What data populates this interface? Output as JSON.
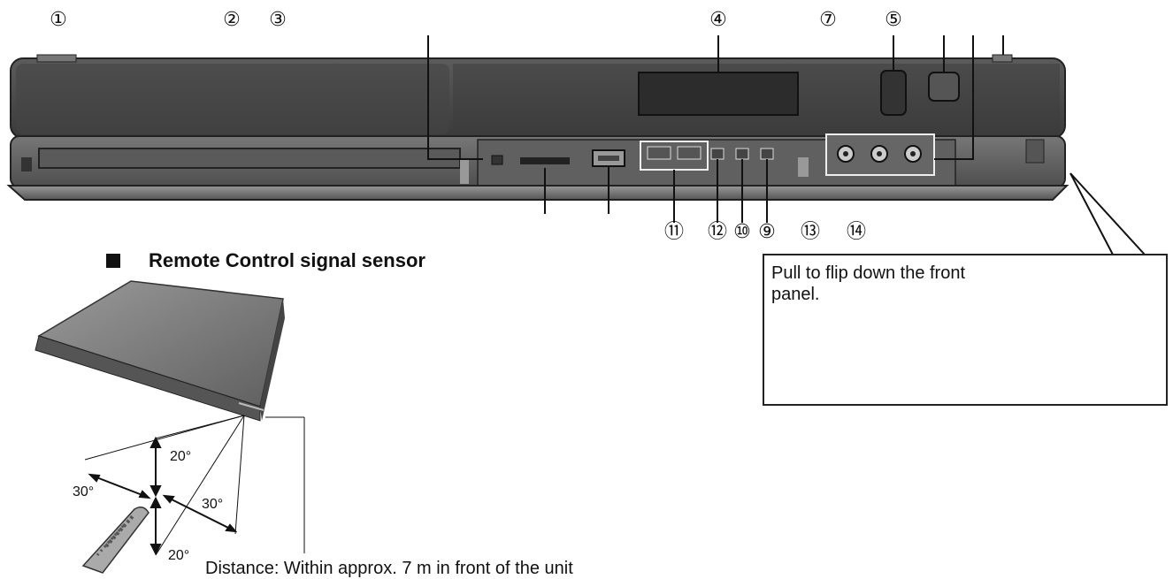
{
  "callouts": [
    "①",
    "②",
    "③",
    "④",
    "⑤",
    "⑦",
    "⑪",
    "⑫",
    "⑩",
    "⑨",
    "⑬",
    "⑭"
  ],
  "section_heading": "Remote Control signal sensor",
  "front_panel_note": "Pull to flip down the front panel.",
  "angles": [
    "20°",
    "30°",
    "30°",
    "20°"
  ],
  "distance_note": "Distance: Within approx. 7 m in front of the unit",
  "colors": {
    "body": "#4a4a4a",
    "panel": "#6b6b6b",
    "line": "#111111"
  }
}
